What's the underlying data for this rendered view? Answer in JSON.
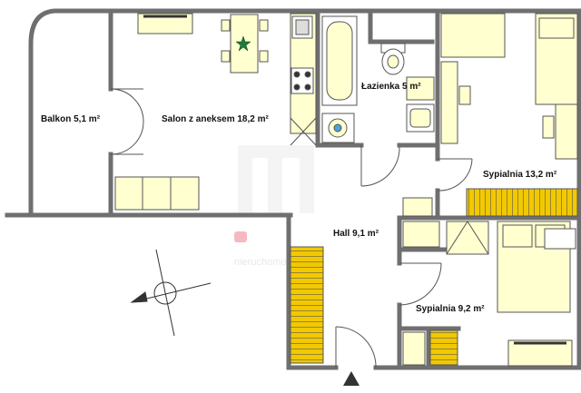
{
  "plan": {
    "rooms": [
      {
        "id": "balkon",
        "label": "Balkon 5,1 m²"
      },
      {
        "id": "salon",
        "label": "Salon z aneksem 18,2 m²"
      },
      {
        "id": "lazienka",
        "label": "Łazienka 5 m²"
      },
      {
        "id": "sypialnia1",
        "label": "Sypialnia 13,2 m²"
      },
      {
        "id": "hall",
        "label": "Hall 9,1 m²"
      },
      {
        "id": "sypialnia2",
        "label": "Sypialnia 9,2 m²"
      }
    ],
    "watermark": "nieruchomości",
    "colors": {
      "wall": "#6f6f6f",
      "furniture": "#ffffd0",
      "furniture_stroke": "#555555",
      "wardrobe": "#f2c900",
      "accent_plant": "#1f7a3a",
      "water": "#4aa3df",
      "logo_red": "#e85a6a"
    }
  }
}
